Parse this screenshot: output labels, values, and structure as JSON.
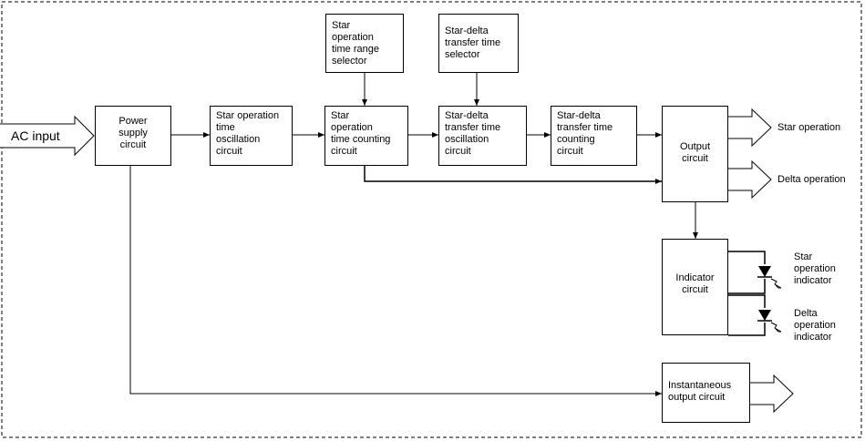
{
  "diagram": {
    "blocks": {
      "power_supply": "Power\nsupply\ncircuit",
      "star_oscillation": "Star operation\ntime\noscillation\ncircuit",
      "star_counting": "Star\noperation\ntime counting\ncircuit",
      "star_range_selector": "Star\noperation\ntime range\nselector",
      "transfer_selector": "Star-delta\ntransfer time\nselector",
      "transfer_oscillation": "Star-delta\ntransfer time\noscillation\ncircuit",
      "transfer_counting": "Star-delta\ntransfer time\ncounting\ncircuit",
      "output": "Output\ncircuit",
      "indicator": "Indicator\ncircuit",
      "instantaneous": "Instantaneous\noutput circuit"
    },
    "labels": {
      "ac_input": "AC input",
      "star_operation": "Star operation",
      "delta_operation": "Delta operation",
      "star_indicator": "Star\noperation\nindicator",
      "delta_indicator": "Delta\noperation\nindicator"
    }
  }
}
